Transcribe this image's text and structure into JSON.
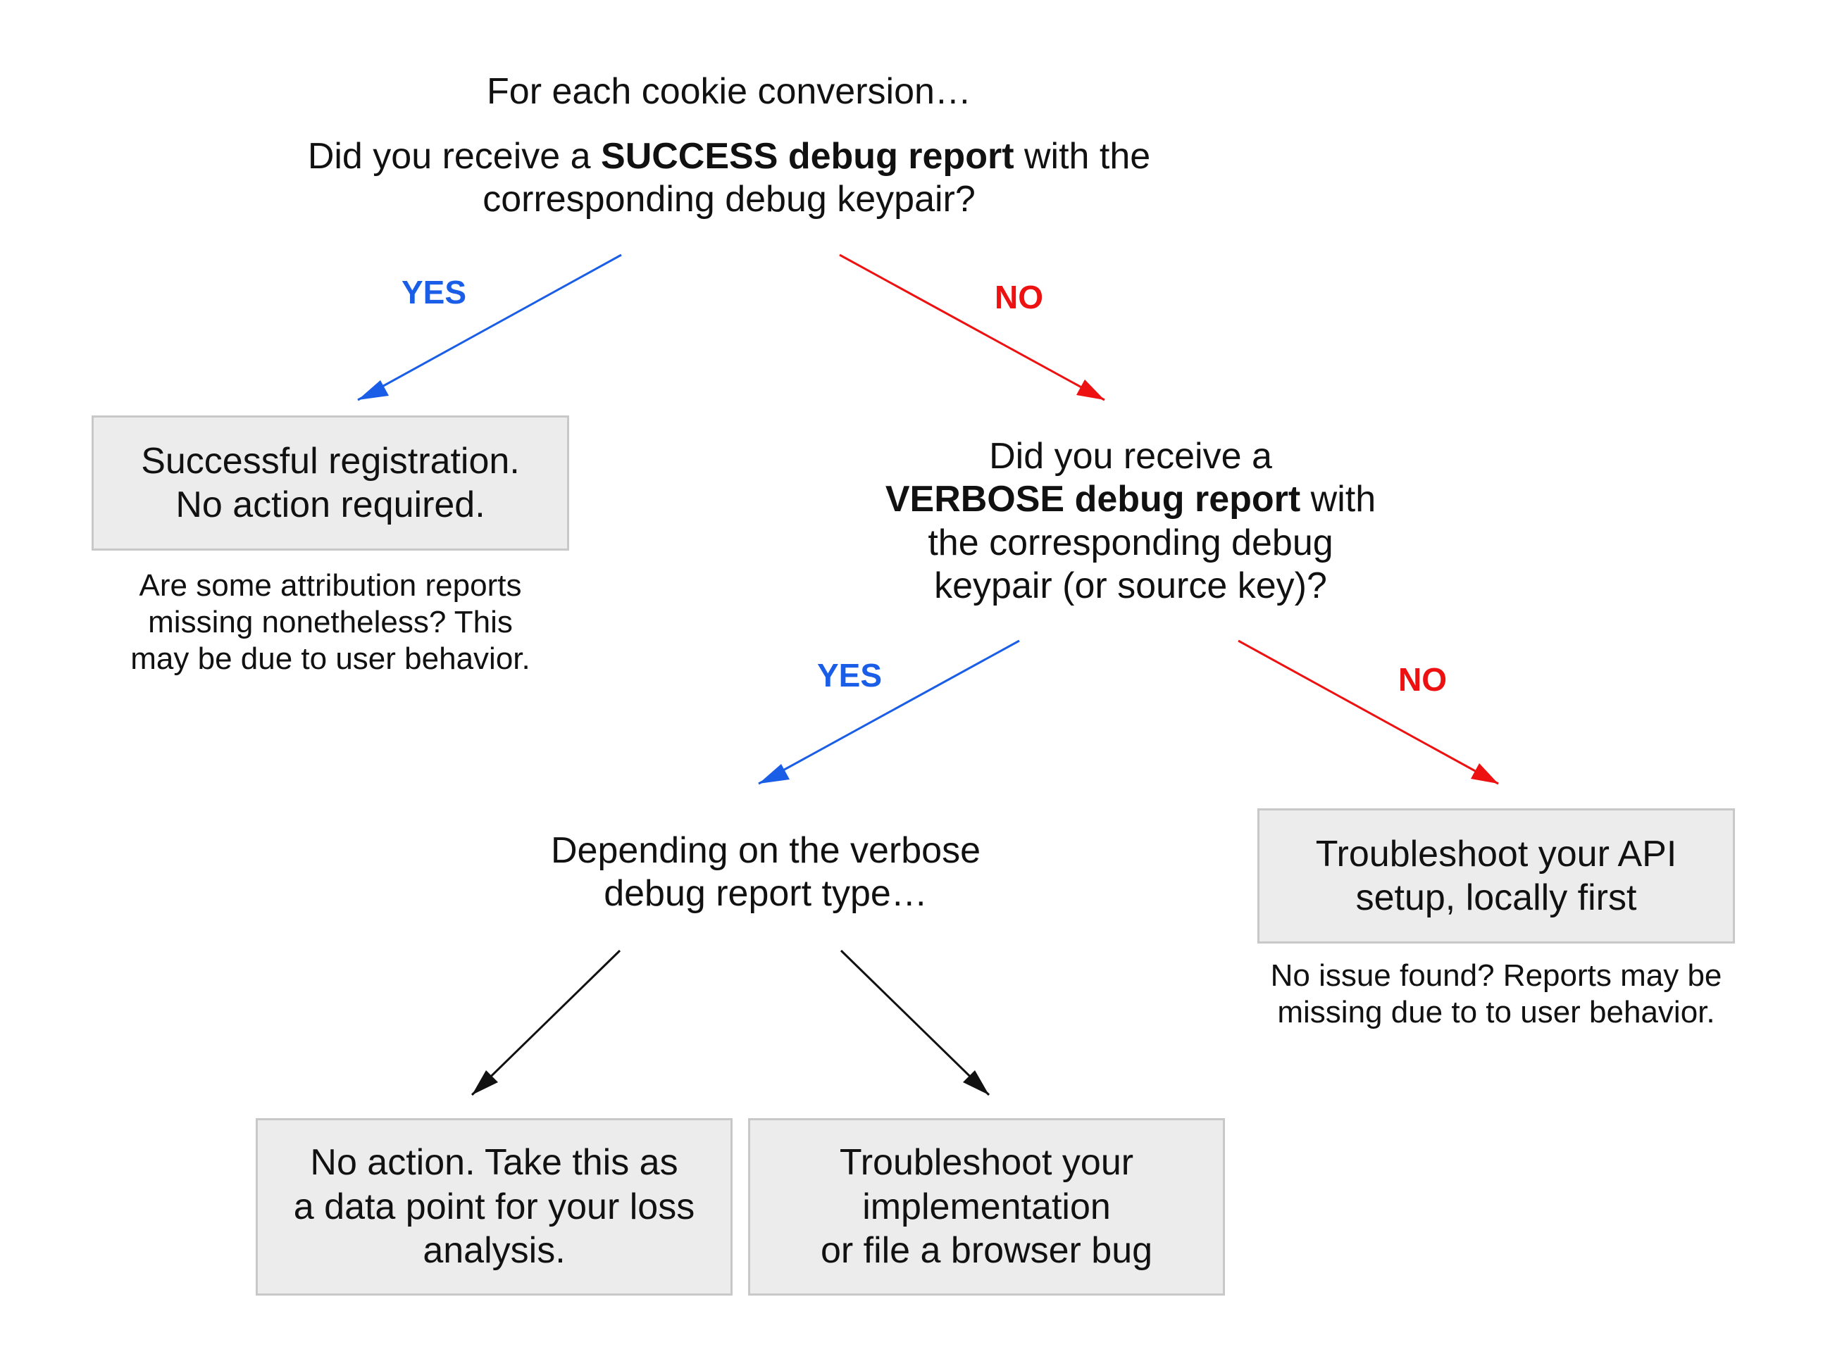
{
  "header": {
    "intro": "For each cookie conversion…",
    "question_pre": "Did you receive a ",
    "question_bold": "SUCCESS debug report",
    "question_post": " with the",
    "question_line2": "corresponding debug keypair?"
  },
  "branch1": {
    "yes_label": "YES",
    "no_label": "NO",
    "yes_box": {
      "line1": "Successful registration.",
      "line2": "No action required."
    },
    "yes_note": {
      "line1": "Are some attribution reports",
      "line2": "missing nonetheless? This",
      "line3": "may be due to user behavior."
    }
  },
  "branch2": {
    "question_line1": "Did you receive a",
    "question_bold": "VERBOSE debug report",
    "question_line2_post": " with",
    "question_line3": "the corresponding debug",
    "question_line4": "keypair (or source key)?",
    "yes_label": "YES",
    "no_label": "NO",
    "no_box": {
      "line1": "Troubleshoot your API",
      "line2": "setup, locally first"
    },
    "no_note": {
      "line1": "No issue found? Reports may be",
      "line2": "missing due to to user behavior."
    }
  },
  "branch3": {
    "question_line1": "Depending on the verbose",
    "question_line2": "debug report type…",
    "left_box": {
      "line1": "No action. Take this as",
      "line2": "a data point for your loss",
      "line3": "analysis."
    },
    "right_box": {
      "line1": "Troubleshoot your",
      "line2": "implementation",
      "line3": "or file a browser bug"
    }
  },
  "colors": {
    "yes": "#1a5ee8",
    "no": "#ee1111",
    "neutral": "#111111",
    "box_fill": "#ececec",
    "box_border": "#c8c8c8"
  }
}
